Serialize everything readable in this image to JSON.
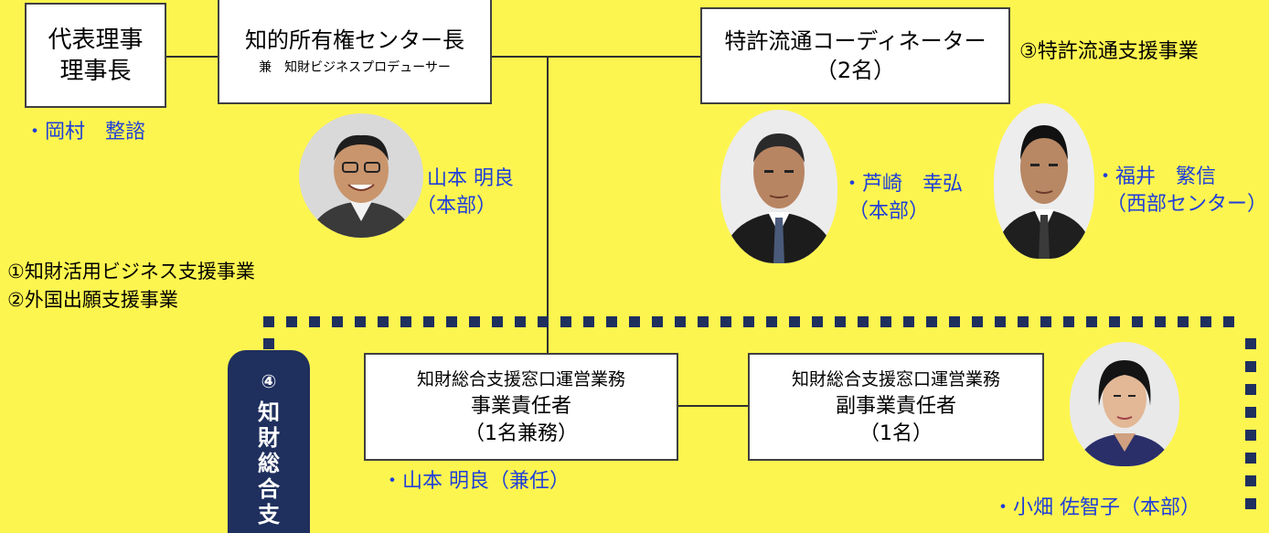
{
  "boxes": {
    "rep": {
      "line1": "代表理事",
      "line2": "理事長"
    },
    "center": {
      "title": "知的所有権センター長",
      "sub": "兼　知財ビジネスプロデューサー"
    },
    "patent": {
      "title": "特許流通コーディネーター",
      "count": "（2名）"
    },
    "window1": {
      "line1": "知財総合支援窓口運営業務",
      "line2": "事業責任者",
      "line3": "（1名兼務）"
    },
    "window2": {
      "line1": "知財総合支援窓口運営業務",
      "line2": "副事業責任者",
      "line3": "（1名）"
    }
  },
  "names": {
    "okamura": "・岡村　整諮",
    "yamamoto_name": "・山本 明良",
    "yamamoto_loc": "（本部）",
    "ashizaki_name": "・芦崎　幸弘",
    "ashizaki_loc": "（本部）",
    "fukui_name": "・福井　繁信",
    "fukui_loc": "（西部センター）",
    "yamamoto2": "・山本 明良（兼任）",
    "obata": "・小畑 佐智子（本部）"
  },
  "programs": {
    "p1": "①知財活用ビジネス支援事業",
    "p2": "②外国出願支援事業",
    "p3": "③特許流通支援事業"
  },
  "vertical_tab": {
    "num": "④",
    "chars": [
      "知",
      "財",
      "総",
      "合",
      "支"
    ]
  },
  "colors": {
    "background": "#fdf54f",
    "name_blue": "#1f3fd8",
    "navy": "#1f2f5e"
  }
}
